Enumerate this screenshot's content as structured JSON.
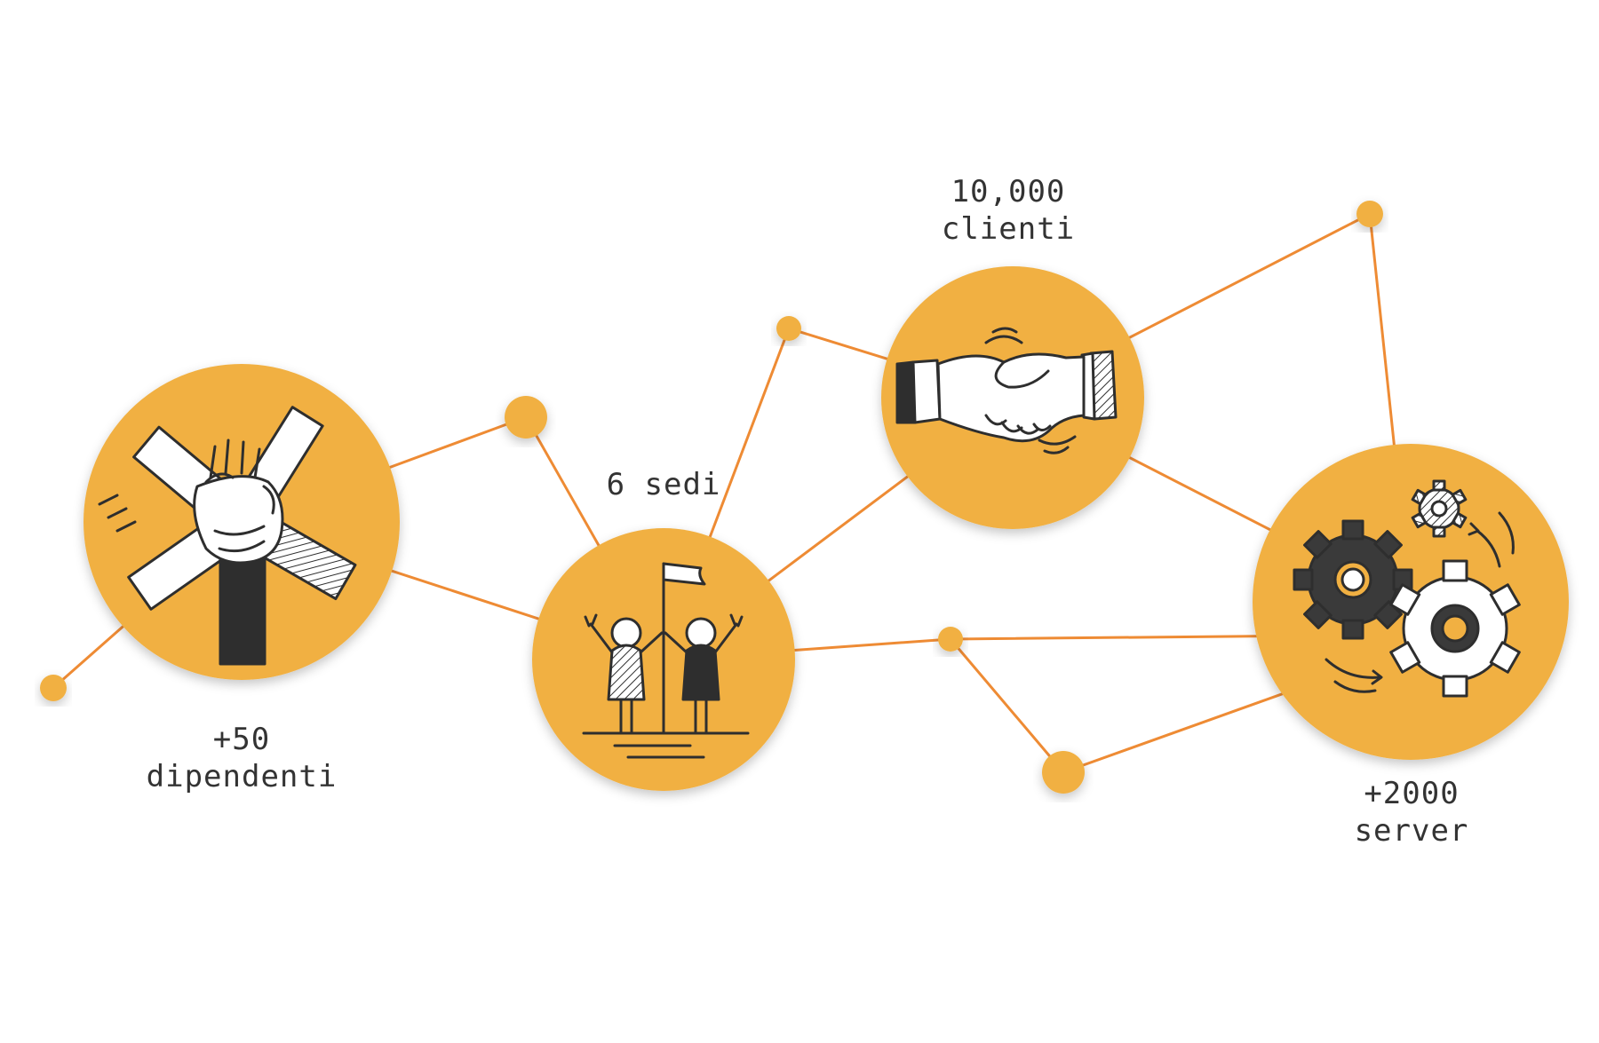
{
  "colors": {
    "accent": "#F1B042",
    "line": "#EE8B34",
    "ink": "#2E2E2E",
    "paper": "#FFFFFF",
    "label": "#333333"
  },
  "stats": [
    {
      "id": "employees",
      "line1": "+50",
      "line2": "dipendenti",
      "icon": "stacked-hands-icon"
    },
    {
      "id": "offices",
      "line1": "6 sedi",
      "line2": "",
      "icon": "people-flag-icon"
    },
    {
      "id": "clients",
      "line1": "10,000",
      "line2": "clienti",
      "icon": "handshake-icon"
    },
    {
      "id": "servers",
      "line1": "+2000",
      "line2": "server",
      "icon": "gears-icon"
    }
  ]
}
